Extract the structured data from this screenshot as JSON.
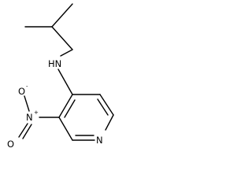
{
  "molecule": {
    "atoms": {
      "amine_nh": "HN",
      "nitro_o_minus": "O",
      "nitro_o_minus_charge": "-",
      "nitro_n": "N",
      "nitro_n_charge": "+",
      "nitro_o": "O",
      "ring_n": "N"
    }
  }
}
